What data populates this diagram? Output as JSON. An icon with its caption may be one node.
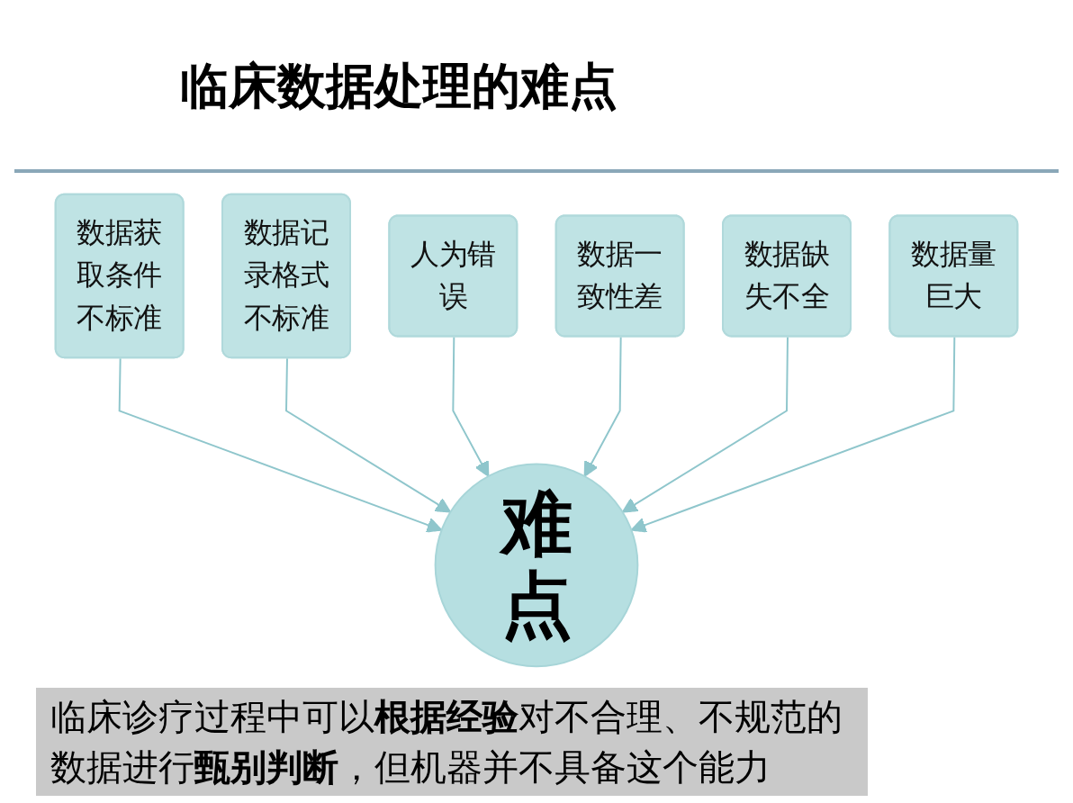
{
  "diagram": {
    "title": "临床数据处理的难点",
    "nodes": [
      {
        "text": [
          "数据获取条件不标准"
        ]
      },
      {
        "text": [
          "数据记录格式不标准"
        ]
      },
      {
        "text": [
          "人为错误"
        ]
      },
      {
        "text": [
          "数据一致性差"
        ]
      },
      {
        "text": [
          "数据缺失不全"
        ]
      },
      {
        "text": [
          "难点"
        ]
      },
      {
        "text": [
          "数据量巨大"
        ]
      }
    ],
    "edges": [
      {
        "from": 0,
        "to": 5,
        "arrow": "to"
      },
      {
        "from": 1,
        "to": 5,
        "arrow": "to"
      },
      {
        "from": 2,
        "to": 5,
        "arrow": "to"
      },
      {
        "from": 3,
        "to": 5,
        "arrow": "to"
      },
      {
        "from": 4,
        "to": 5,
        "arrow": "to"
      },
      {
        "from": 6,
        "to": 5,
        "arrow": "to"
      }
    ],
    "caption": "临床诊疗过程中可以**根据经验**对不合理、不规范的数据进行**甄别判断**，但机器并不具备这个能力"
  }
}
